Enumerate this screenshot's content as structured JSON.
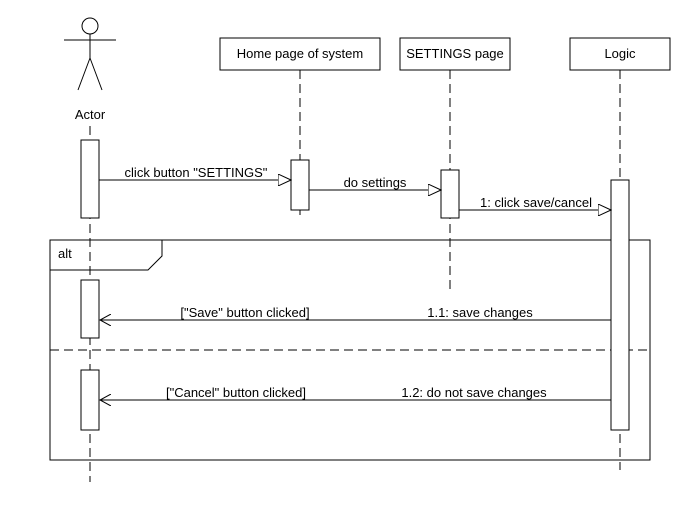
{
  "actor": {
    "label": "Actor"
  },
  "participants": [
    {
      "id": "home",
      "label": "Home page of system"
    },
    {
      "id": "settings",
      "label": "SETTINGS page"
    },
    {
      "id": "logic",
      "label": "Logic"
    }
  ],
  "messages": {
    "m1": "click button \"SETTINGS\"",
    "m2": "do settings",
    "m3": "1: click save/cancel",
    "m4_msg": "1.1: save changes",
    "m4_guard": "[\"Save\" button clicked]",
    "m5_msg": "1.2: do not save changes",
    "m5_guard": "[\"Cancel\" button clicked]"
  },
  "fragment": {
    "operator": "alt"
  }
}
